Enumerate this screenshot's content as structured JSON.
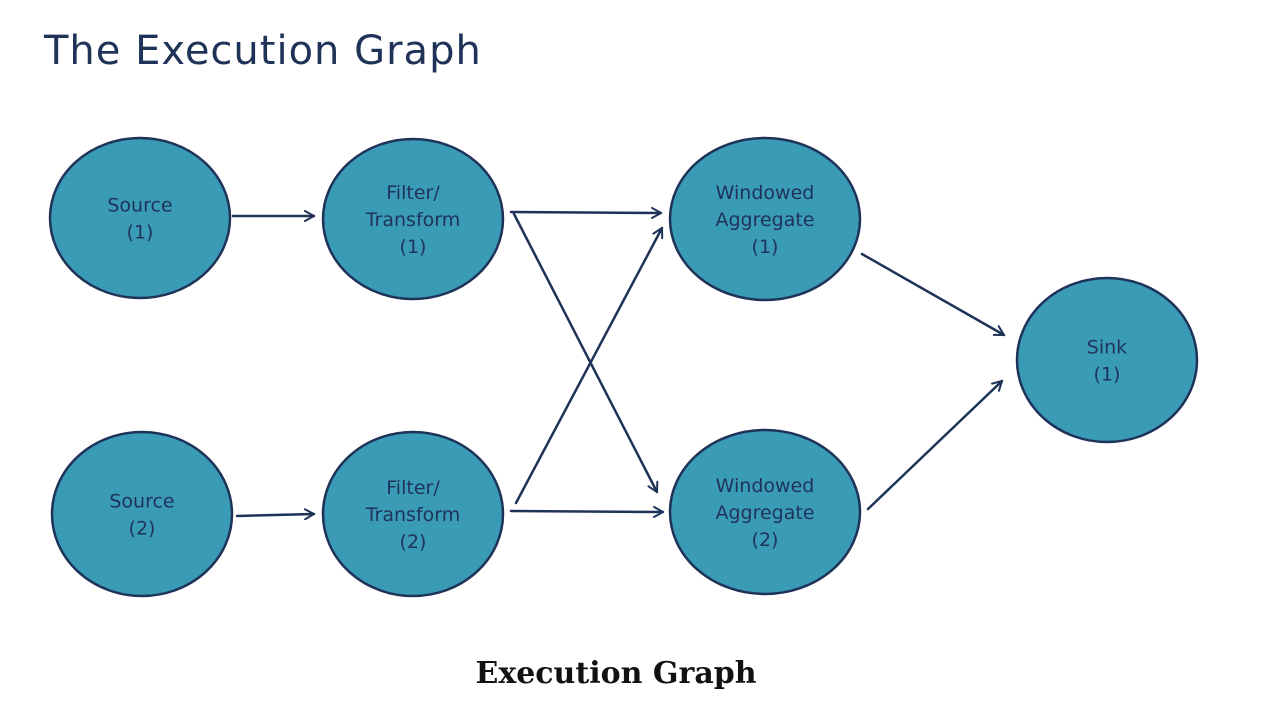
{
  "title": "The Execution Graph",
  "caption": "Execution Graph",
  "colors": {
    "node_fill": "#3a9bb7",
    "stroke": "#1f3359",
    "title": "#1f3359"
  },
  "nodes": [
    {
      "id": "source-1",
      "lines": [
        "Source",
        "(1)"
      ]
    },
    {
      "id": "filter-transform-1",
      "lines": [
        "Filter/",
        "Transform",
        "(1)"
      ]
    },
    {
      "id": "windowed-aggregate-1",
      "lines": [
        "Windowed",
        "Aggregate",
        "(1)"
      ]
    },
    {
      "id": "sink-1",
      "lines": [
        "Sink",
        "(1)"
      ]
    },
    {
      "id": "source-2",
      "lines": [
        "Source",
        "(2)"
      ]
    },
    {
      "id": "filter-transform-2",
      "lines": [
        "Filter/",
        "Transform",
        "(2)"
      ]
    },
    {
      "id": "windowed-aggregate-2",
      "lines": [
        "Windowed",
        "Aggregate",
        "(2)"
      ]
    }
  ],
  "edges": [
    {
      "from": "source-1",
      "to": "filter-transform-1"
    },
    {
      "from": "source-2",
      "to": "filter-transform-2"
    },
    {
      "from": "filter-transform-1",
      "to": "windowed-aggregate-1"
    },
    {
      "from": "filter-transform-1",
      "to": "windowed-aggregate-2"
    },
    {
      "from": "filter-transform-2",
      "to": "windowed-aggregate-1"
    },
    {
      "from": "filter-transform-2",
      "to": "windowed-aggregate-2"
    },
    {
      "from": "windowed-aggregate-1",
      "to": "sink-1"
    },
    {
      "from": "windowed-aggregate-2",
      "to": "sink-1"
    }
  ]
}
